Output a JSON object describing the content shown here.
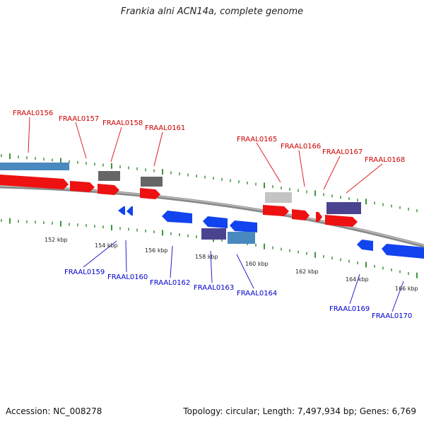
{
  "title": "Frankia alni ACN14a, complete genome",
  "footer": {
    "accession": "Accession: NC_008278",
    "summary": "Topology: circular; Length: 7,497,934 bp; Genes: 6,769"
  },
  "colors": {
    "forward_label": "#cc0000",
    "reverse_label": "#0000cc",
    "forward_gene": "#ee1111",
    "reverse_gene": "#1144ee",
    "tick": "#0a7a0a",
    "backbone": "#8a8a8a"
  },
  "forward_labels": [
    "FRAAL0156",
    "FRAAL0157",
    "FRAAL0158",
    "FRAAL0161",
    "FRAAL0165",
    "FRAAL0166",
    "FRAAL0167",
    "FRAAL0168"
  ],
  "reverse_labels": [
    "FRAAL0159",
    "FRAAL0160",
    "FRAAL0162",
    "FRAAL0163",
    "FRAAL0164",
    "FRAAL0169",
    "FRAAL0170"
  ],
  "kbp_ticks": [
    "152 kbp",
    "154 kbp",
    "156 kbp",
    "158 kbp",
    "160 kbp",
    "162 kbp",
    "164 kbp",
    "166 kbp"
  ]
}
